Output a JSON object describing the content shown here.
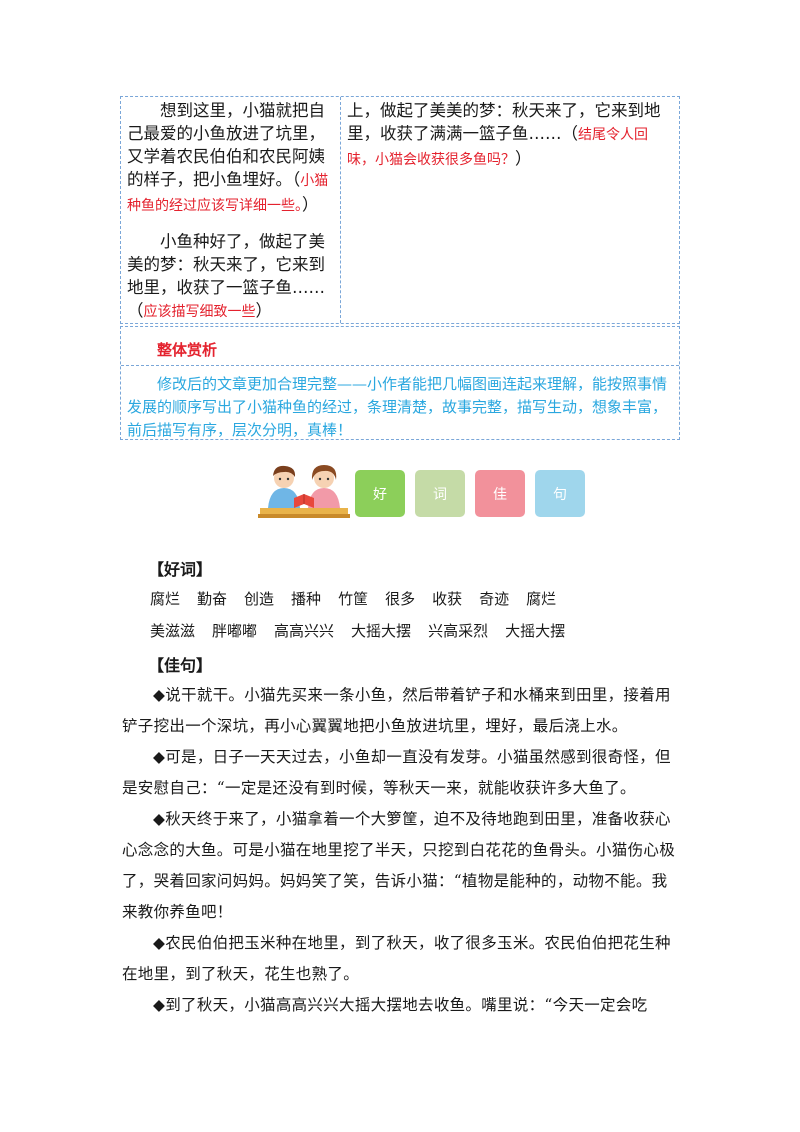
{
  "comparison": {
    "left": {
      "p1_text": "想到这里，小猫就把自己最爱的小鱼放进了坑里，又学着农民伯伯和农民阿姨的样子，把小鱼埋好。（",
      "p1_note": "小猫种鱼的经过应该写详细一些。",
      "p1_close": "）",
      "p2_text": "小鱼种好了，做起了美美的梦：秋天来了，它来到地里，收获了一篮子鱼……（",
      "p2_note": "应该描写细致一些",
      "p2_close": "）"
    },
    "right": {
      "p1_text": "上，做起了美美的梦：秋天来了，它来到地里，收获了满满一篮子鱼……（",
      "p1_note": "结尾令人回味，小猫会收获很多鱼吗？",
      "p1_close": "）"
    }
  },
  "analysis": {
    "title": "整体赏析",
    "text": "修改后的文章更加合理完整——小作者能把几幅图画连起来理解，能按照事情发展的顺序写出了小猫种鱼的经过，条理清楚，故事完整，描写生动，想象丰富，前后描写有序，层次分明，真棒！"
  },
  "banner": {
    "tiles": [
      {
        "label": "好",
        "color": "#8ccf5a"
      },
      {
        "label": "词",
        "color": "#c5dba7"
      },
      {
        "label": "佳",
        "color": "#f2919b"
      },
      {
        "label": "句",
        "color": "#9fd6ec"
      }
    ]
  },
  "good_words": {
    "title": "【好词】",
    "row1": [
      "腐烂",
      "勤奋",
      "创造",
      "播种",
      "竹筐",
      "很多",
      "收获",
      "奇迹",
      "腐烂"
    ],
    "row2": [
      "美滋滋",
      "胖嘟嘟",
      "高高兴兴",
      "大摇大摆",
      "兴高采烈",
      "大摇大摆"
    ]
  },
  "good_sentences": {
    "title": "【佳句】",
    "items": [
      "◆说干就干。小猫先买来一条小鱼，然后带着铲子和水桶来到田里，接着用铲子挖出一个深坑，再小心翼翼地把小鱼放进坑里，埋好，最后浇上水。",
      "◆可是，日子一天天过去，小鱼却一直没有发芽。小猫虽然感到很奇怪，但是安慰自己：“一定是还没有到时候，等秋天一来，就能收获许多大鱼了。",
      "◆秋天终于来了，小猫拿着一个大箩筐，迫不及待地跑到田里，准备收获心心念念的大鱼。可是小猫在地里挖了半天，只挖到白花花的鱼骨头。小猫伤心极了，哭着回家问妈妈。妈妈笑了笑，告诉小猫：“植物是能种的，动物不能。我来教你养鱼吧！",
      "◆农民伯伯把玉米种在地里，到了秋天，收了很多玉米。农民伯伯把花生种在地里，到了秋天，花生也熟了。",
      "◆到了秋天，小猫高高兴兴大摇大摆地去收鱼。嘴里说：“今天一定会吃"
    ]
  }
}
